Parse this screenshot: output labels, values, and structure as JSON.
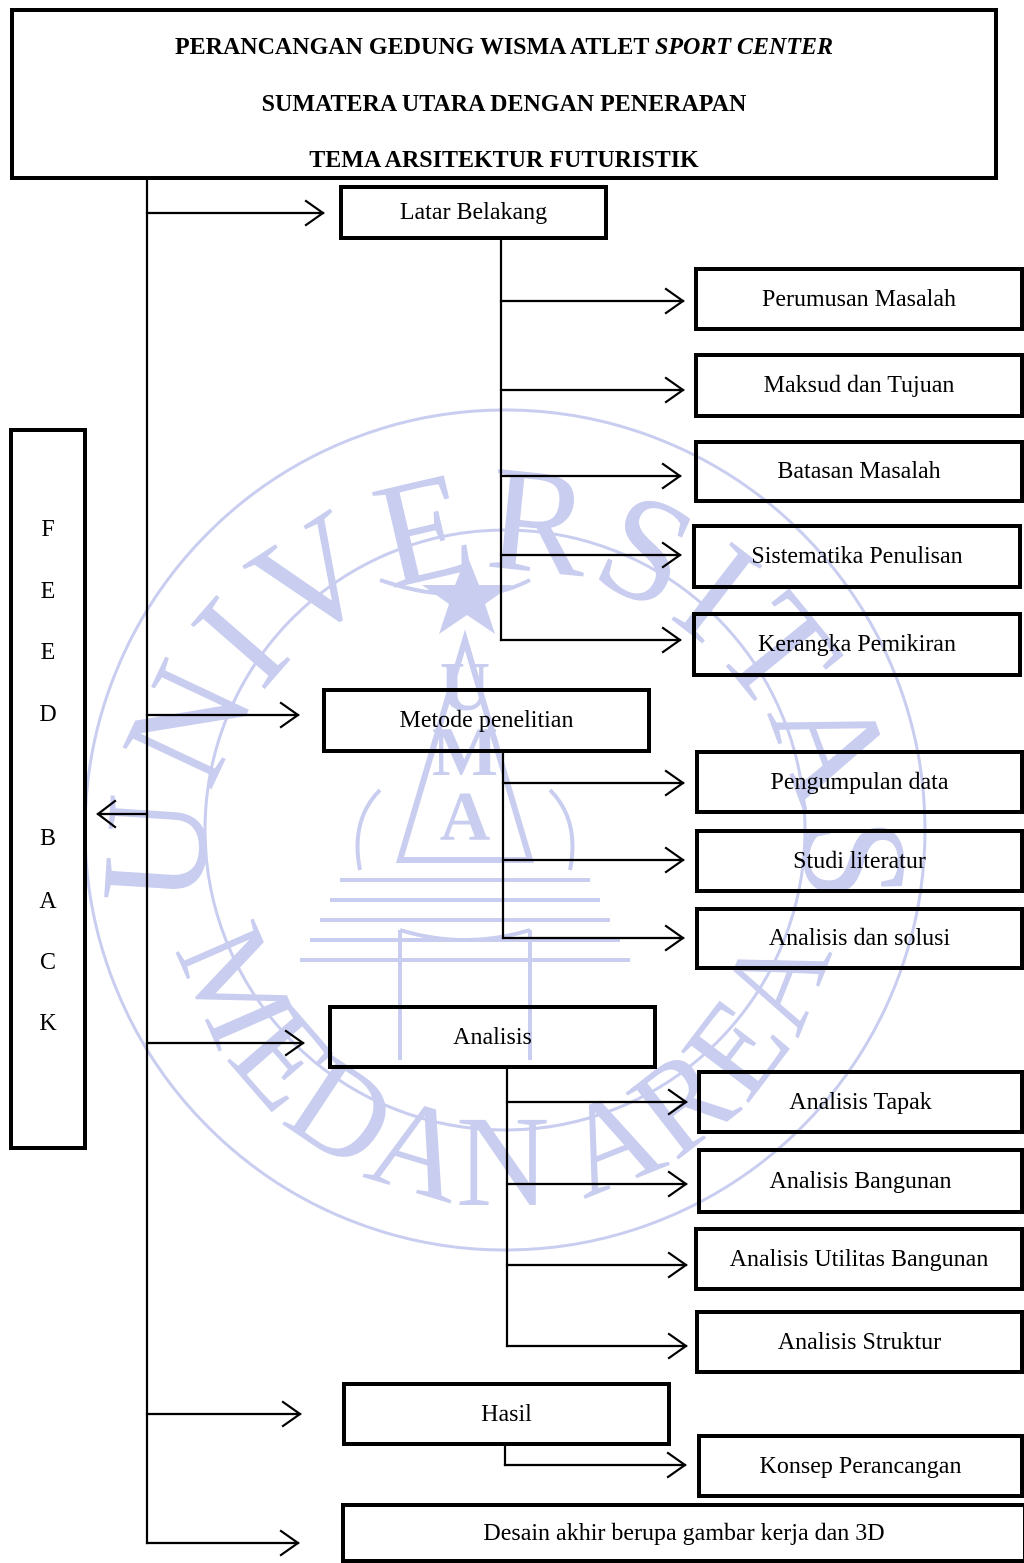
{
  "title": {
    "line1_regular": "PERANCANGAN GEDUNG WISMA ATLET ",
    "line1_italic": "SPORT CENTER",
    "line2": "SUMATERA UTARA DENGAN PENERAPAN",
    "line3": "TEMA ARSITEKTUR FUTURISTIK"
  },
  "feedback_letters": [
    "F",
    "E",
    "E",
    "D",
    "B",
    "A",
    "C",
    "K"
  ],
  "watermark": {
    "top_text": "UNIVERSITAS",
    "bottom_text": "MEDAN AREA",
    "emblem_letters": [
      "U",
      "M",
      "A"
    ],
    "color": "#c9cdef"
  },
  "nodes": {
    "latar_belakang": "Latar Belakang",
    "perumusan_masalah": "Perumusan Masalah",
    "maksud_tujuan": "Maksud dan Tujuan",
    "batasan_masalah": "Batasan Masalah",
    "sistematika_penulisan": "Sistematika Penulisan",
    "kerangka_pemikiran": "Kerangka Pemikiran",
    "metode_penelitian": "Metode penelitian",
    "pengumpulan_data": "Pengumpulan data",
    "studi_literatur": "Studi literatur",
    "analisis_solusi": "Analisis dan solusi",
    "analisis": "Analisis",
    "analisis_tapak": "Analisis Tapak",
    "analisis_bangunan": "Analisis Bangunan",
    "analisis_utilitas": "Analisis Utilitas Bangunan",
    "analisis_struktur": "Analisis Struktur",
    "hasil": "Hasil",
    "konsep_perancangan": "Konsep Perancangan",
    "desain_akhir": "Desain akhir berupa gambar kerja dan 3D"
  }
}
